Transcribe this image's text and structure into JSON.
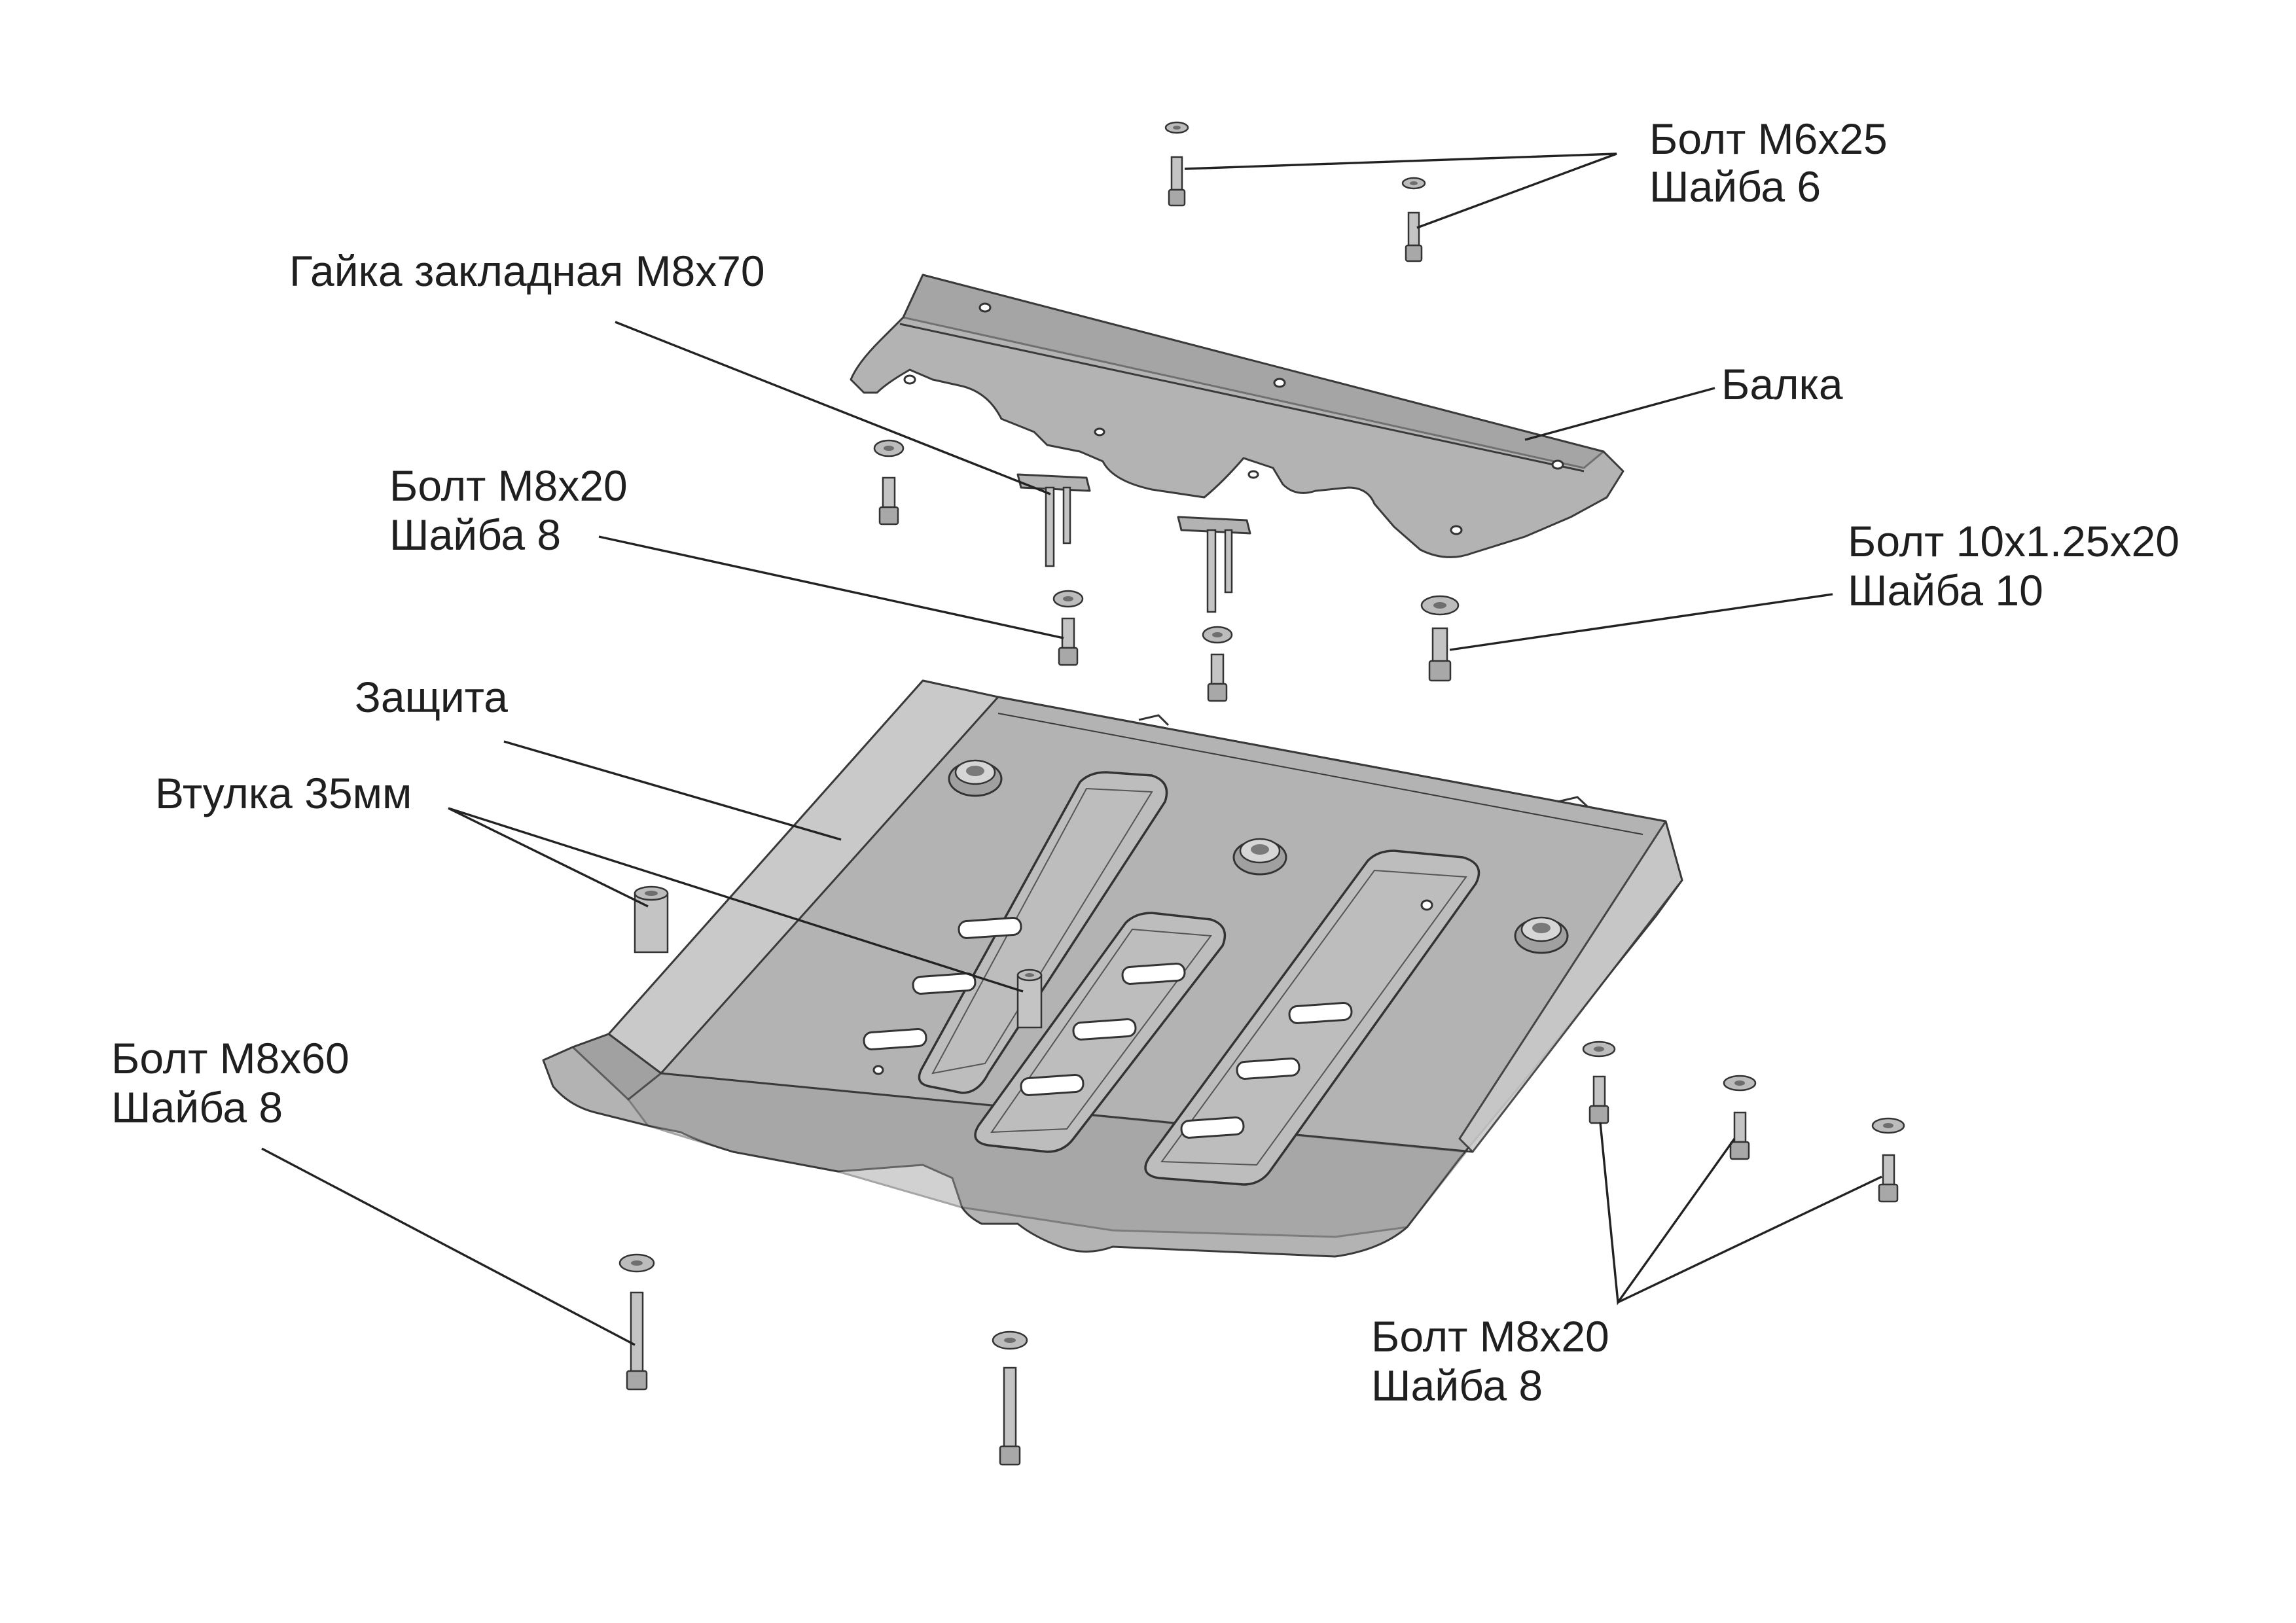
{
  "diagram": {
    "labels": {
      "bolt_m6x25": "Болт M6x25",
      "washer_6": "Шайба 6",
      "embedded_nut": "Гайка закладная M8x70",
      "beam": "Балка",
      "bolt_m8x20_top": "Болт M8x20",
      "washer_8_top": "Шайба 8",
      "bolt_10x125x20": "Болт 10x1.25x20",
      "washer_10": "Шайба 10",
      "guard": "Защита",
      "bushing": "Втулка 35мм",
      "bolt_m8x60": "Болт M8x60",
      "washer_8_left": "Шайба 8",
      "bolt_m8x20_bottom": "Болт M8x20",
      "washer_8_bottom": "Шайба 8"
    },
    "parts": {
      "guard_color": "#b3b3b3",
      "beam_color": "#b3b3b3",
      "hardware_color": "#c4c4c4",
      "slot_color": "#ffffff",
      "line_color": "#222222"
    }
  }
}
